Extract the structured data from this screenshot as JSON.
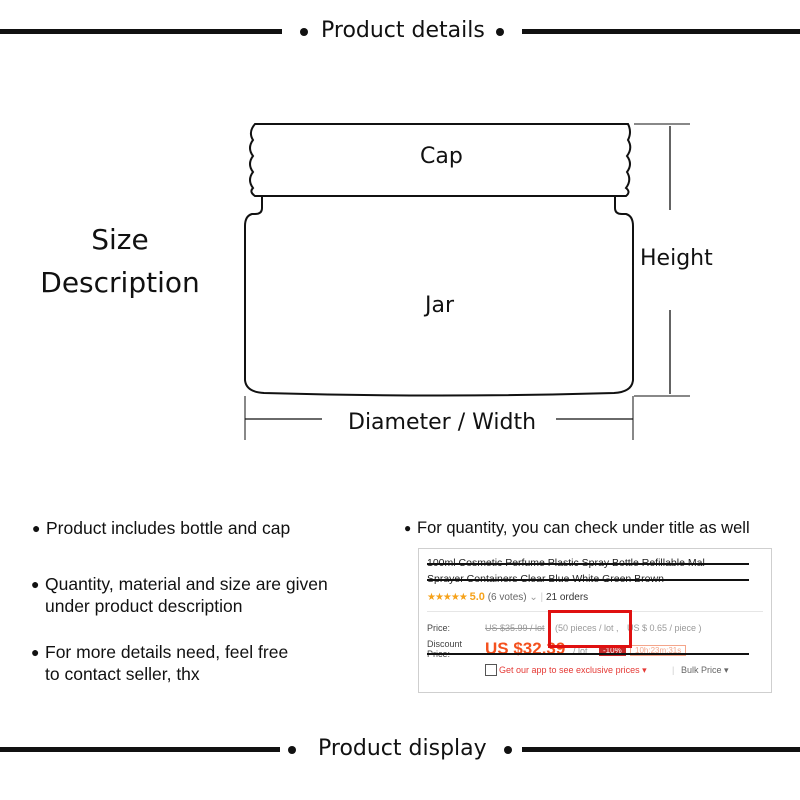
{
  "sections": {
    "details_title": "Product details",
    "display_title": "Product display"
  },
  "size_description": {
    "line1": "Size",
    "line2": "Description"
  },
  "diagram": {
    "cap_label": "Cap",
    "jar_label": "Jar",
    "height_label": "Height",
    "width_label": "Diameter / Width"
  },
  "bullets": {
    "item1": "Product includes bottle and cap",
    "item2_line1": "Quantity, material and size are given",
    "item2_line2": "under product description",
    "item3_line1": "For more details need, feel free",
    "item3_line2": "to contact seller, thx",
    "quantity_note": "For quantity, you can check under title as well"
  },
  "listing": {
    "title_line1": "100ml Cosmetic Perfume Plastic Spray Bottle Refillable Mal",
    "title_line2": "Sprayer Containers Clear Blue White Green Brown",
    "stars": "★★★★★",
    "rating": "5.0",
    "votes": "(6 votes)",
    "orders": "21 orders",
    "price_label": "Price:",
    "original_price": "US $35.99 / lot",
    "pieces": "(50 pieces / lot ,",
    "per_piece": "US $ 0.65 / piece )",
    "discount_label_1": "Discount",
    "discount_label_2": "Price:",
    "discount_price": "US $32.39",
    "per_lot": "/ lot",
    "discount_badge": "-10%",
    "timer": "10h:23m:31s",
    "app_link": "Get our app to see exclusive prices ▾",
    "bulk_price": "Bulk Price ▾"
  },
  "colors": {
    "line": "#111111",
    "star": "#f6a21a",
    "price": "#f4511e",
    "highlight_box": "#e01010"
  }
}
